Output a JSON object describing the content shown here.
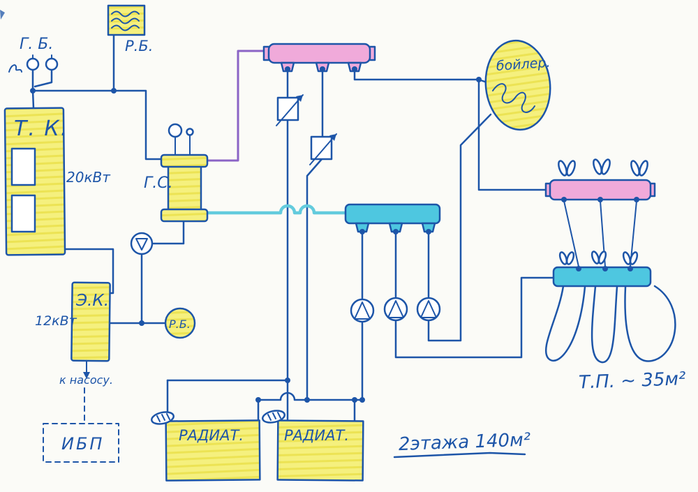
{
  "title": "Hand-drawn heating system scheme",
  "palette": {
    "paper": "#fbfbf7",
    "ink": "#1d55a8",
    "purple": "#8b64c6",
    "cyan_line": "#63cbdd",
    "cyan_fill": "#4ec7e0",
    "pink": "#f0aada",
    "yellow": "#f5f07e",
    "yellow_dark": "#ece354"
  },
  "labels": {
    "gb": "Г. Б.",
    "rb_top": "Р.Б.",
    "tk": "Т. К.",
    "tk_power": "20кВт",
    "gs": "Г.С.",
    "ek": "Э.К.",
    "ek_power": "12кВт",
    "rb_small": "Р.Б.",
    "to_pump": "к насосу.",
    "ups": "ИБП",
    "boiler": "бойлер.",
    "radiator_left": "РАДИАТ.",
    "radiator_right": "РАДИАТ.",
    "floors_note": "2этажа 140м²",
    "underfloor_note": "Т.П. ~ 35м²"
  }
}
